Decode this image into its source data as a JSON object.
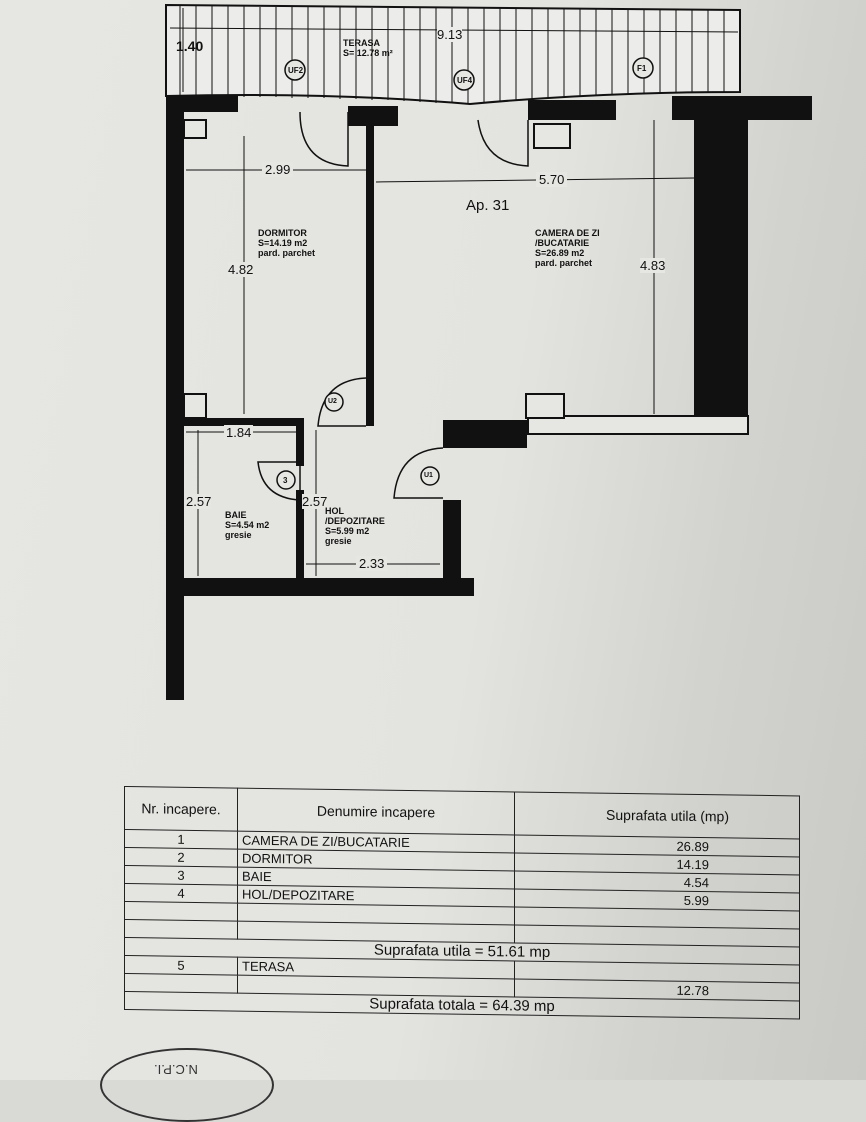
{
  "plan": {
    "apartment": "Ap. 31",
    "terrace": {
      "name": "TERASA",
      "area": "S= 12.78 m²",
      "dim_width": "9.13",
      "dim_depth": "1.40"
    },
    "markers": [
      "UF2",
      "UF4",
      "F1",
      "U2",
      "3",
      "U1"
    ],
    "rooms": [
      {
        "name": "DORMITOR",
        "area": "S=14.19 m2",
        "floor": "pard. parchet",
        "dims": [
          "2.99",
          "4.82"
        ]
      },
      {
        "name": "CAMERA DE ZI /BUCATARIE",
        "line1": "CAMERA DE ZI",
        "line2": "/BUCATARIE",
        "area": "S=26.89 m2",
        "floor": "pard. parchet",
        "dims": [
          "5.70",
          "4.83"
        ]
      },
      {
        "name": "BAIE",
        "area": "S=4.54 m2",
        "floor": "gresie",
        "dims": [
          "1.84",
          "2.57"
        ]
      },
      {
        "name": "HOL /DEPOZITARE",
        "line1": "HOL",
        "line2": "/DEPOZITARE",
        "area": "S=5.99 m2",
        "floor": "gresie",
        "dims": [
          "2.57",
          "2.33"
        ]
      }
    ]
  },
  "table": {
    "headers": [
      "Nr. incapere.",
      "Denumire incapere",
      "Suprafata utila (mp)"
    ],
    "rows": [
      {
        "nr": "1",
        "name": "CAMERA DE ZI/BUCATARIE",
        "area": "26.89"
      },
      {
        "nr": "2",
        "name": "DORMITOR",
        "area": "14.19"
      },
      {
        "nr": "3",
        "name": "BAIE",
        "area": "4.54"
      },
      {
        "nr": "4",
        "name": "HOL/DEPOZITARE",
        "area": "5.99"
      }
    ],
    "useful_total": "Suprafata utila = 51.61 mp",
    "terrace_row": {
      "nr": "5",
      "name": "TERASA",
      "area": "12.78"
    },
    "grand_total": "Suprafata totala = 64.39 mp"
  },
  "stamp_text": "N.C.P.I."
}
